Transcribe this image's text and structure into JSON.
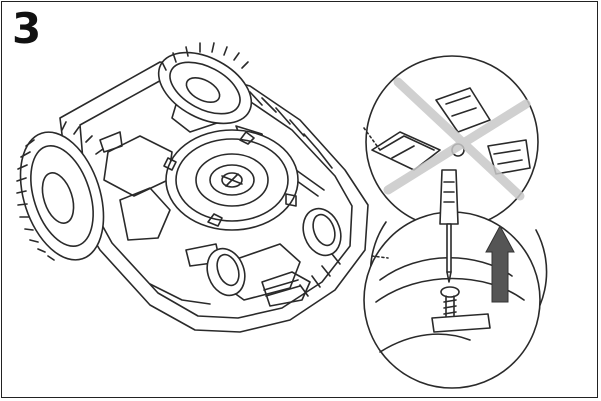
{
  "step": {
    "number": "3"
  },
  "illustration": {
    "subject": "robotic-lawn-mower-underside",
    "detail_top": "blades-crossed-out",
    "detail_bottom": "screwdriver-and-screw-with-up-arrow",
    "colors": {
      "line": "#2a2a2a",
      "cross": "#c8c8c8",
      "arrow": "#555555",
      "fill": "#ffffff"
    }
  }
}
